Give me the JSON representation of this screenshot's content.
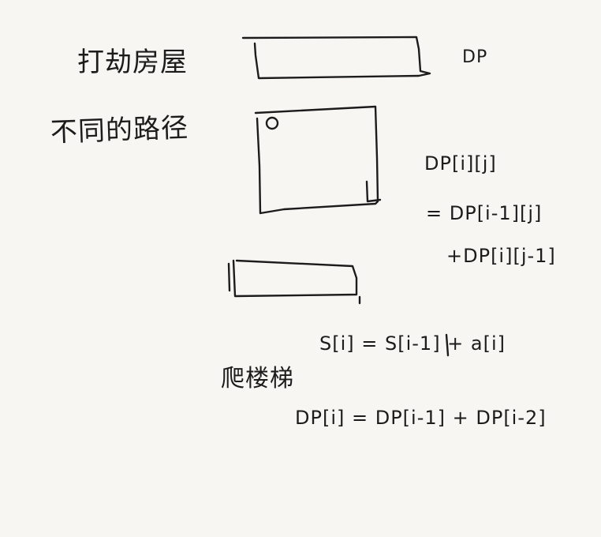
{
  "notes": {
    "house_robber": "打劫房屋",
    "unique_paths": "不同的路径",
    "climbing_stairs": "爬楼梯",
    "dp_label": "DP",
    "grid_formula_line1": "DP[i][j]",
    "grid_formula_line2": "= DP[i-1][j]",
    "grid_formula_line3": "+DP[i][j-1]",
    "prefix_sum_formula": "S[i] = S[i-1] + a[i]",
    "stairs_formula": "DP[i] = DP[i-1] + DP[i-2]"
  }
}
